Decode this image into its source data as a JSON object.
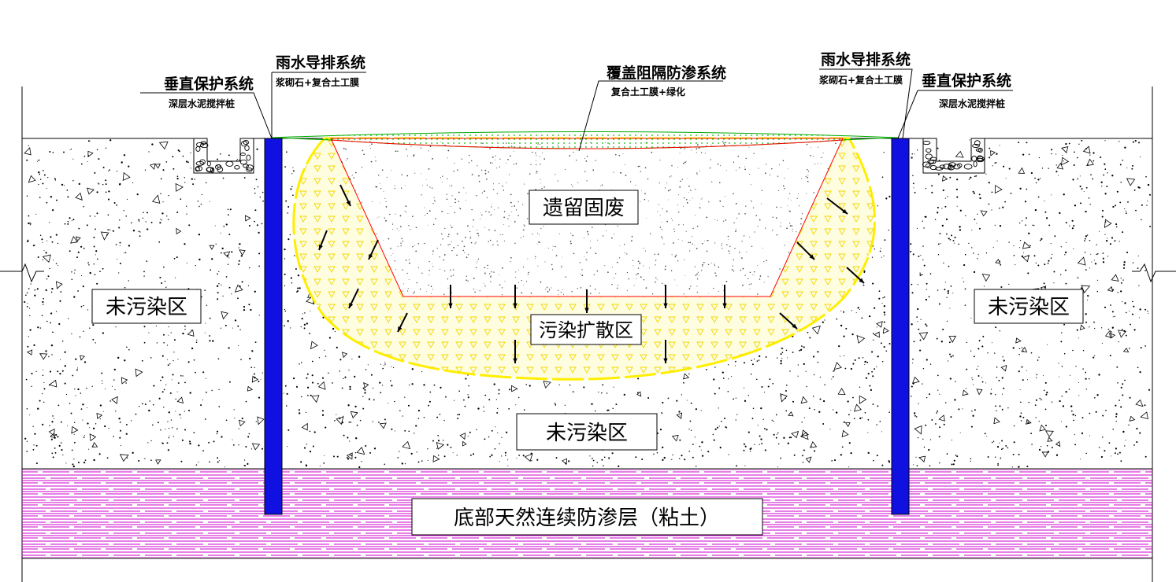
{
  "labels": {
    "vertical_protection_left": {
      "title": "垂直保护系统",
      "sub": "深层水泥搅拌桩"
    },
    "rain_drainage_left": {
      "title": "雨水导排系统",
      "sub": "浆砌石+复合土工膜"
    },
    "cover_barrier": {
      "title": "覆盖阻隔防渗系统",
      "sub": "复合土工膜+绿化"
    },
    "rain_drainage_right": {
      "title": "雨水导排系统",
      "sub": "浆砌石+复合土工膜"
    },
    "vertical_protection_right": {
      "title": "垂直保护系统",
      "sub": "深层水泥搅拌桩"
    }
  },
  "zones": {
    "residual_waste": "遗留固废",
    "pollution_spread": "污染扩散区",
    "unpolluted_left": "未污染区",
    "unpolluted_right": "未污染区",
    "unpolluted_bottom": "未污染区",
    "bottom_layer": "底部天然连续防渗层（粘土）"
  },
  "colors": {
    "pile": "#1010e0",
    "pollution_fill": "#fffccc",
    "pollution_outline": "#ffee00",
    "pit_outline": "#ff0000",
    "cover_green": "#00bb00",
    "clay_line": "#cc00cc"
  },
  "icons": [
    "arrow-down-icon",
    "gravel-icon",
    "triangle-aggregate-icon"
  ]
}
